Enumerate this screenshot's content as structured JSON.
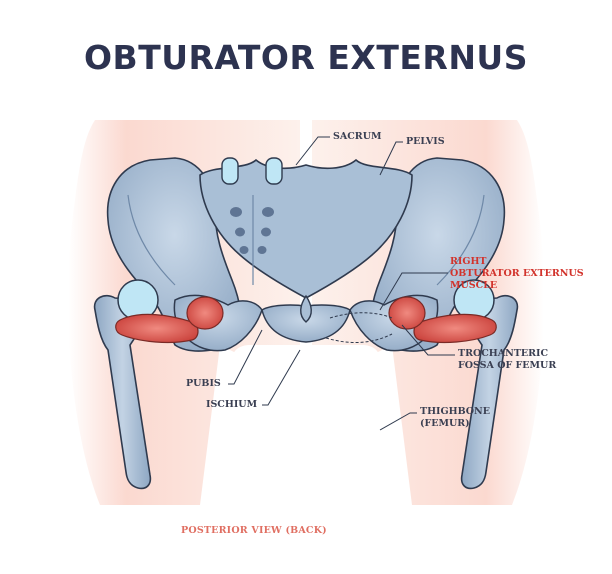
{
  "title": "OBTURATOR EXTERNUS",
  "labels": {
    "sacrum": "SACRUM",
    "pelvis": "PELVIS",
    "muscle_line1": "RIGHT",
    "muscle_line2": "OBTURATOR EXTERNUS",
    "muscle_line3": "MUSCLE",
    "fossa_line1": "TROCHANTERIC",
    "fossa_line2": "FOSSA OF FEMUR",
    "pubis": "PUBIS",
    "ischium": "ISCHIUM",
    "thighbone_line1": "THIGHBONE",
    "thighbone_line2": "(FEMUR)"
  },
  "caption": "POSTERIOR VIEW (BACK)",
  "colors": {
    "title": "#2d3350",
    "label": "#3a3f52",
    "highlight": "#d2332c",
    "caption": "#e06f62",
    "bone": "#9fb6cf",
    "bone_dark": "#6f89a8",
    "cartilage": "#bfe6f5",
    "muscle": "#d9534a",
    "skin": "#fbe3dc"
  }
}
